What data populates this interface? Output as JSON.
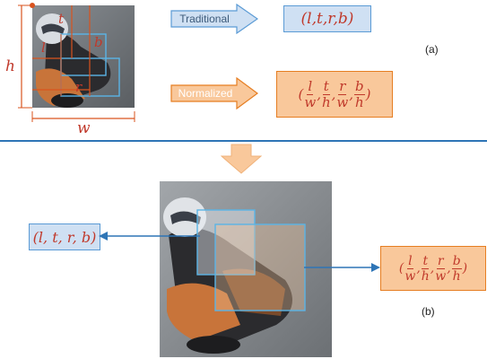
{
  "top": {
    "var_t": "t",
    "var_b": "b",
    "var_l": "l",
    "var_r": "r",
    "var_h": "h",
    "var_w": "w",
    "traditional_label": "Traditional",
    "normalized_label": "Normalized",
    "traditional_formula": {
      "open": "(",
      "items": [
        "l",
        ",",
        "t",
        ",",
        "r",
        ",",
        "b"
      ],
      "close": ")"
    },
    "panel_tag": "(a)"
  },
  "normalized_fractions": [
    {
      "num": "l",
      "den": "w"
    },
    {
      "num": "t",
      "den": "h"
    },
    {
      "num": "r",
      "den": "w"
    },
    {
      "num": "b",
      "den": "h"
    }
  ],
  "bottom": {
    "left_formula": "(l, t, r, b)",
    "panel_tag": "(b)"
  },
  "colors": {
    "text_red": "#c0392b",
    "blue_fill": "#cfe0f3",
    "blue_edge": "#5b9bd5",
    "orange_fill": "#f9c89b",
    "orange_edge": "#e67e22",
    "divider": "#2e75b6"
  }
}
